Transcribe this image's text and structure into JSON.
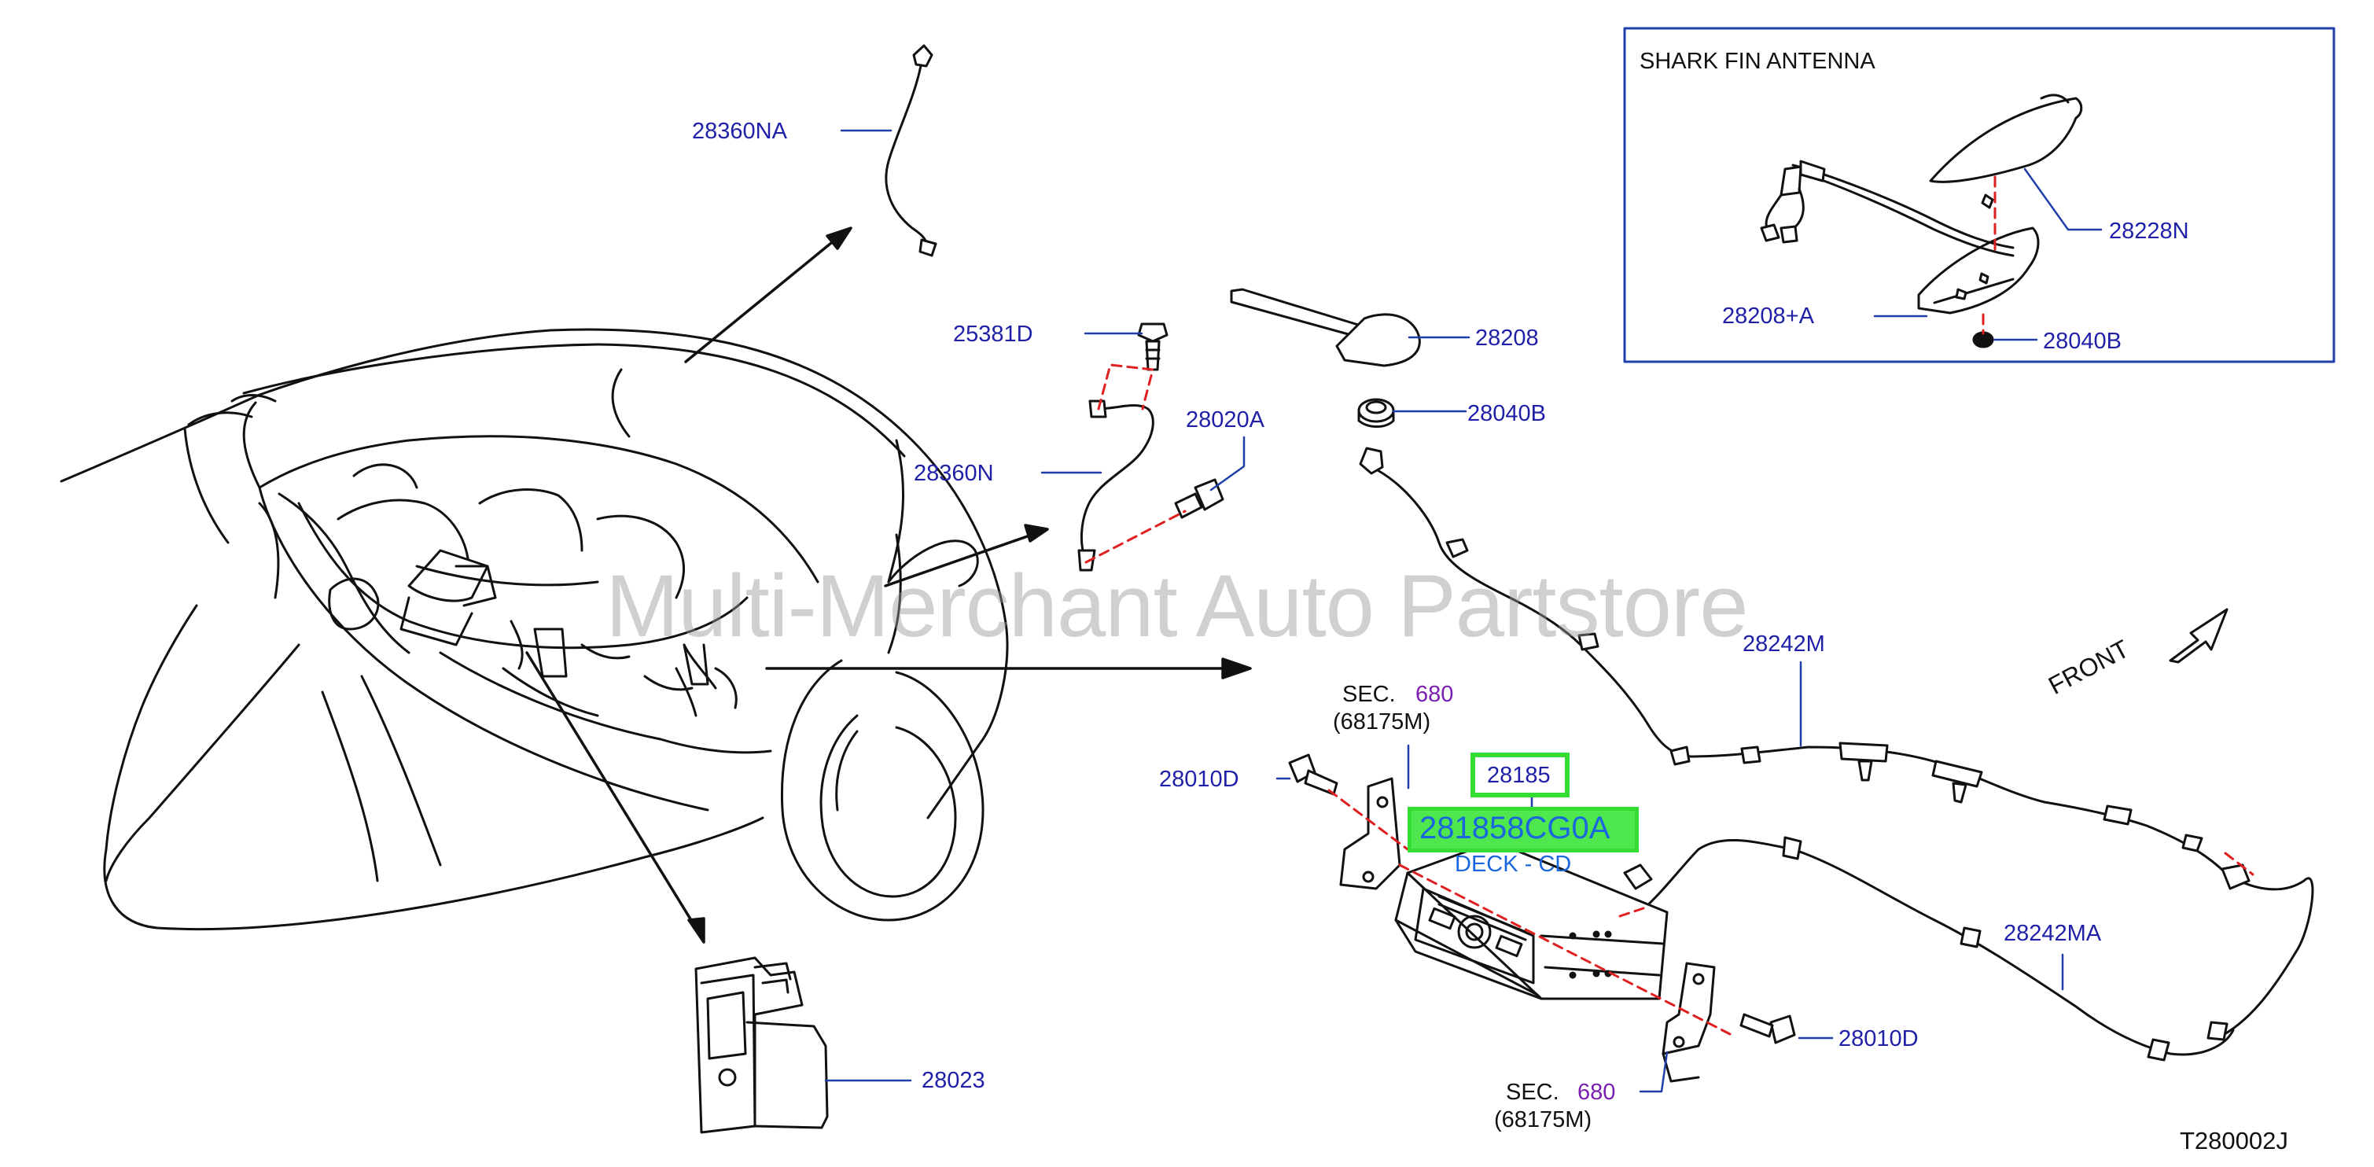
{
  "colors": {
    "label": "#1f1fa8",
    "line": "#111111",
    "leader": "#1f3fa8",
    "dash": "#e02020",
    "highlight": "#33dd33",
    "highlight_text": "#1a66dd",
    "sec_number": "#7a1fb0"
  },
  "inset": {
    "title": "SHARK   FIN   ANTENNA"
  },
  "parts": {
    "p28360NA": "28360NA",
    "p25381D": "25381D",
    "p28360N": "28360N",
    "p28020A": "28020A",
    "p28208": "28208",
    "p28040B": "28040B",
    "p28242M": "28242M",
    "p28185": "28185",
    "p281858CG0A": "281858CG0A",
    "deck_cd": "DECK - CD",
    "p28010D_left": "28010D",
    "p28010D_right": "28010D",
    "p28242MA": "28242MA",
    "p28023": "28023",
    "inset_28228N": "28228N",
    "inset_28208A": "28208+A",
    "inset_28040B": "28040B"
  },
  "sections": {
    "top": {
      "prefix": "SEC.",
      "number": "680",
      "ref": "(68175M)"
    },
    "bottom": {
      "prefix": "SEC.",
      "number": "680",
      "ref": "(68175M)"
    }
  },
  "front_label": "FRONT",
  "diagram_code": "T280002J",
  "watermark": "Multi-Merchant Auto Partstore"
}
